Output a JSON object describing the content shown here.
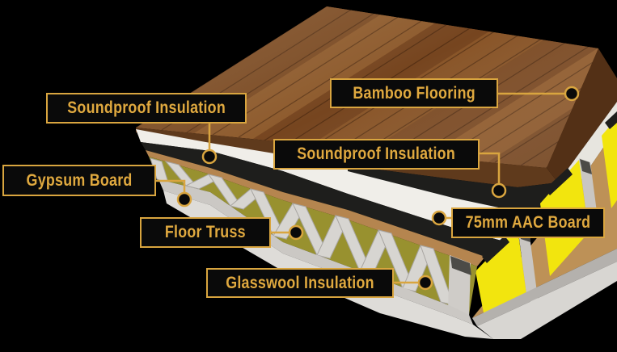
{
  "diagram": {
    "type": "floor-assembly-cutaway-illustration",
    "labels": [
      {
        "id": "soundproof-insulation-left",
        "text": "Soundproof Insulation"
      },
      {
        "id": "bamboo-flooring",
        "text": "Bamboo Flooring"
      },
      {
        "id": "soundproof-insulation-right",
        "text": "Soundproof Insulation"
      },
      {
        "id": "gypsum-board",
        "text": "Gypsum Board"
      },
      {
        "id": "floor-truss",
        "text": "Floor Truss"
      },
      {
        "id": "glasswool-insulation",
        "text": "Glasswool Insulation"
      },
      {
        "id": "aac-board",
        "text": "75mm AAC Board"
      }
    ],
    "colors": {
      "background": "#000000",
      "accent_gold": "#D9A53F",
      "label_fill": "#0A0A0A",
      "bamboo_wood": "#7E4D26",
      "soundproof_black": "#1E1E1C",
      "aac_white": "#F0EEE9",
      "glasswool_yellow": "#F2E50E",
      "glasswool_olive": "#98912F",
      "truss_gray": "#D7D5D1",
      "chord_tan": "#B5854F",
      "gypsum_gray": "#DEDCD8"
    }
  }
}
